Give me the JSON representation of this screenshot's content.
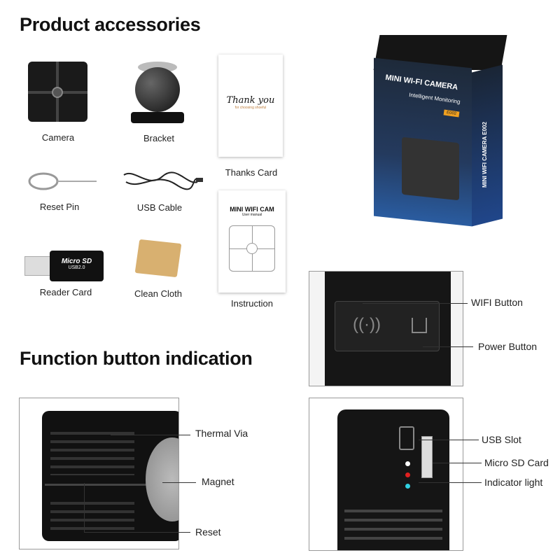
{
  "accessories": {
    "title": "Product accessories",
    "items": [
      {
        "label": "Camera"
      },
      {
        "label": "Bracket"
      },
      {
        "label": "Thanks Card"
      },
      {
        "label": "Reset Pin"
      },
      {
        "label": "USB Cable"
      },
      {
        "label": "Instruction"
      },
      {
        "label": "Reader Card"
      },
      {
        "label": "Clean Cloth"
      }
    ],
    "thanks_card": {
      "headline": "Thank you",
      "subline": "for choosing shoeful"
    },
    "manual": {
      "title": "MINI WIFI CAM",
      "subtitle": "User manual"
    },
    "reader": {
      "brand": "Micro SD",
      "usb": "USB2.0"
    }
  },
  "box": {
    "title": "MINI WI-FI CAMERA",
    "subtitle": "Intelligent Monitoring",
    "model_badge": "E002",
    "side_text": "MINI WIFI CAMERA E002",
    "badge_color": "#f0a020"
  },
  "function": {
    "title": "Function button indication",
    "panel_top": [
      "WIFI Button",
      "Power Button"
    ],
    "panel_left": [
      "Thermal Via",
      "Magnet",
      "Reset"
    ],
    "panel_right": [
      "USB Slot",
      "Micro SD Card",
      "Indicator light"
    ],
    "indicator_colors": [
      "#ffffff",
      "#e02020",
      "#30d0e0"
    ]
  }
}
